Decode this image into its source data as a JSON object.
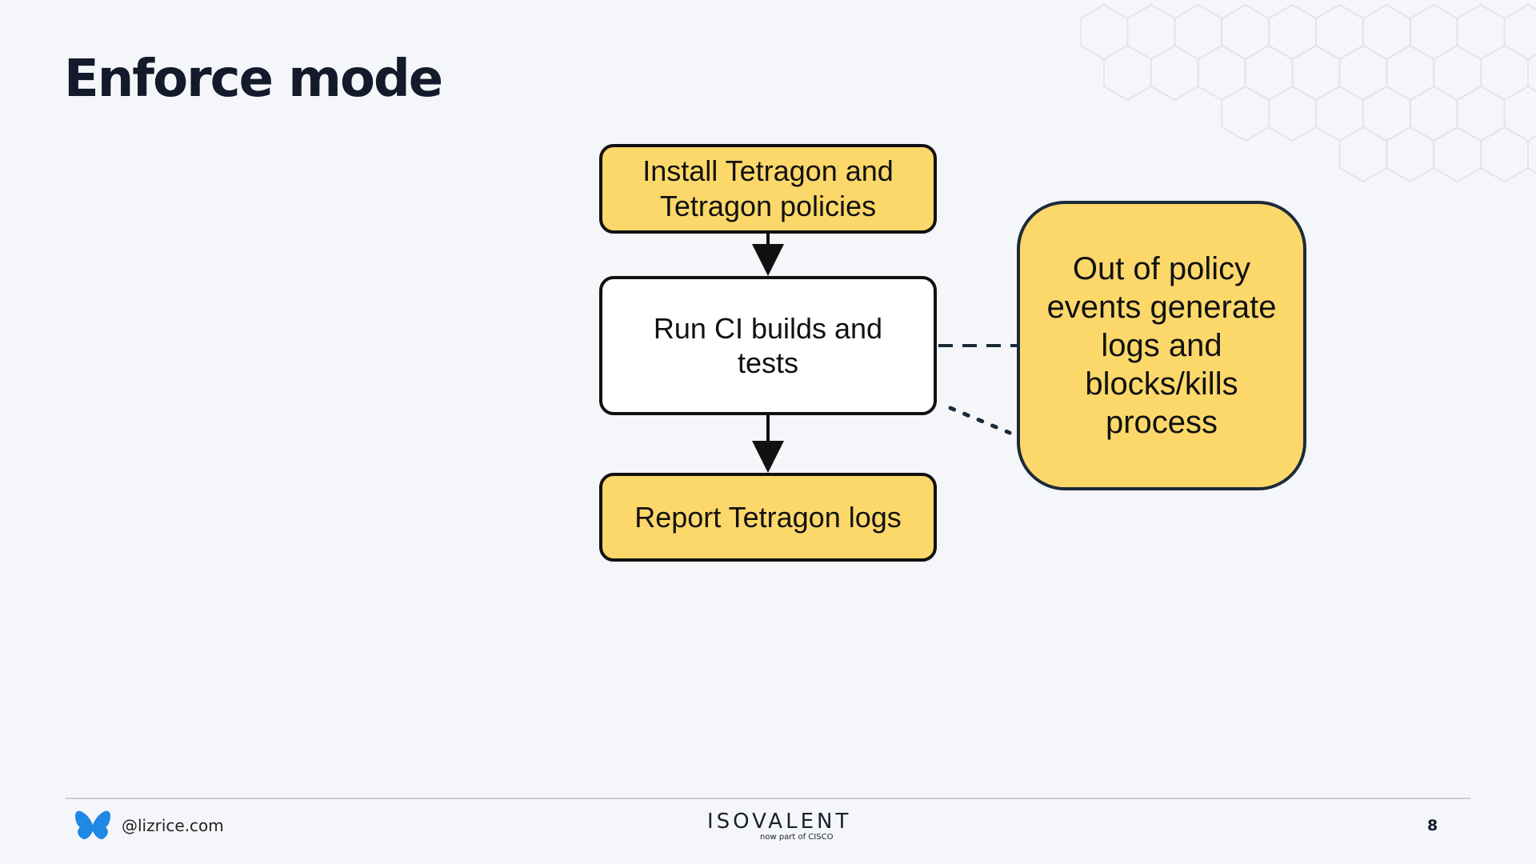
{
  "slide": {
    "title": "Enforce mode",
    "page_number": "8"
  },
  "diagram": {
    "install_box": "Install Tetragon and\nTetragon policies",
    "run_box": "Run CI builds and\ntests",
    "report_box": "Report Tetragon logs",
    "events_box": "Out of policy\nevents generate\nlogs and\nblocks/kills\nprocess"
  },
  "footer": {
    "handle": "@lizrice.com",
    "logo_name": "ISOVALENT",
    "logo_tagline": "now part of CISCO"
  },
  "colors": {
    "background": "#f5f6f9",
    "box_yellow": "#fcd86a",
    "box_white": "#ffffff",
    "title": "#131a2b",
    "connector": "#1b2b3a",
    "butterfly": "#1e88e5"
  },
  "icons": [
    "butterfly-icon",
    "hexagon-pattern"
  ]
}
